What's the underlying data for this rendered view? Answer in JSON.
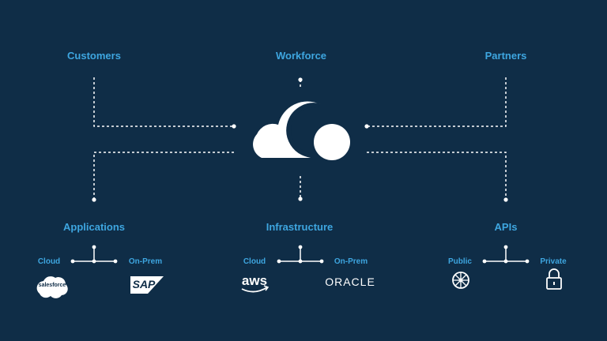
{
  "top": {
    "customers": "Customers",
    "workforce": "Workforce",
    "partners": "Partners"
  },
  "bottom": {
    "applications": {
      "title": "Applications",
      "left": "Cloud",
      "right": "On-Prem",
      "left_logo": "salesforce",
      "right_logo": "SAP"
    },
    "infrastructure": {
      "title": "Infrastructure",
      "left": "Cloud",
      "right": "On-Prem",
      "left_logo": "aws",
      "right_logo": "ORACLE"
    },
    "apis": {
      "title": "APIs",
      "left": "Public",
      "right": "Private",
      "left_icon": "kubernetes-icon",
      "right_icon": "lock-icon"
    }
  },
  "colors": {
    "background": "#0f2d47",
    "accent": "#3ea6e0",
    "line": "#ffffff"
  }
}
